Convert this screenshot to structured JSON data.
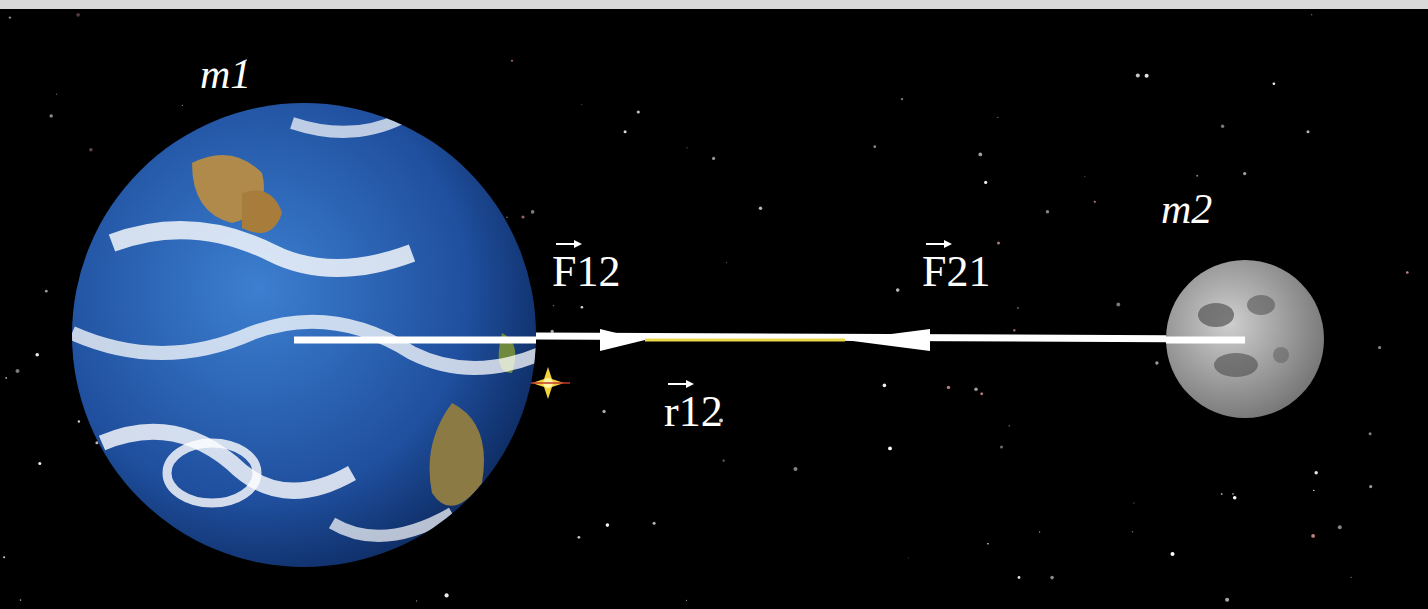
{
  "diagram": {
    "nodes": [
      {
        "text": [
          "m1"
        ]
      },
      {
        "text": [
          "m2"
        ]
      }
    ],
    "edges": [
      {
        "from": 0,
        "to": 1,
        "arrow": "none"
      }
    ],
    "labels": [
      "F12",
      "F21",
      "r12"
    ]
  }
}
